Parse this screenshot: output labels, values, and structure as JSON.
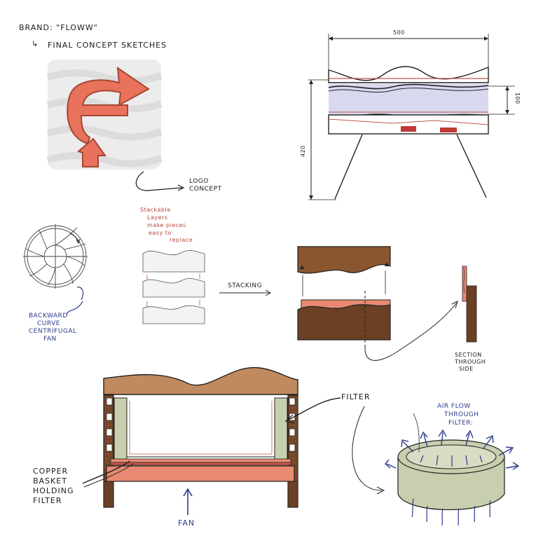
{
  "header": {
    "brand": "BRAND: \"FLOWW\"",
    "subtitle": "FINAL CONCEPT SKETCHES"
  },
  "logo": {
    "label_line1": "LOGO",
    "label_line2": "CONCEPT"
  },
  "dimensions": {
    "width": "500",
    "height": "420",
    "layer_height": "100"
  },
  "fan": {
    "label_line1": "BACKWARD",
    "label_line2": "CURVE",
    "label_line3": "CENTRIFUGAL",
    "label_line4": "FAN"
  },
  "layers_note": {
    "line1": "Stackable",
    "line2": "Layers",
    "line3": "make pieces",
    "line4": "easy to",
    "line5": "replace"
  },
  "stacking": {
    "label": "STACKING"
  },
  "section": {
    "line1": "SECTION",
    "line2": "THROUGH",
    "line3": "SIDE"
  },
  "bottom": {
    "filter": "FILTER",
    "copper_line1": "COPPER",
    "copper_line2": "BASKET",
    "copper_line3": "HOLDING",
    "copper_line4": "FILTER",
    "fan": "FAN",
    "airflow_line1": "AIR FLOW",
    "airflow_line2": "THROUGH",
    "airflow_line3": "FILTER:"
  },
  "colors": {
    "logo_orange": "#e8725c",
    "wood_brown": "#7a4a2b",
    "light_wood": "#c08a5e",
    "salmon": "#e88a72",
    "lavender": "#d8d8ef",
    "filter_green": "#c8cfae",
    "ink_blue": "#2b3a8c"
  }
}
